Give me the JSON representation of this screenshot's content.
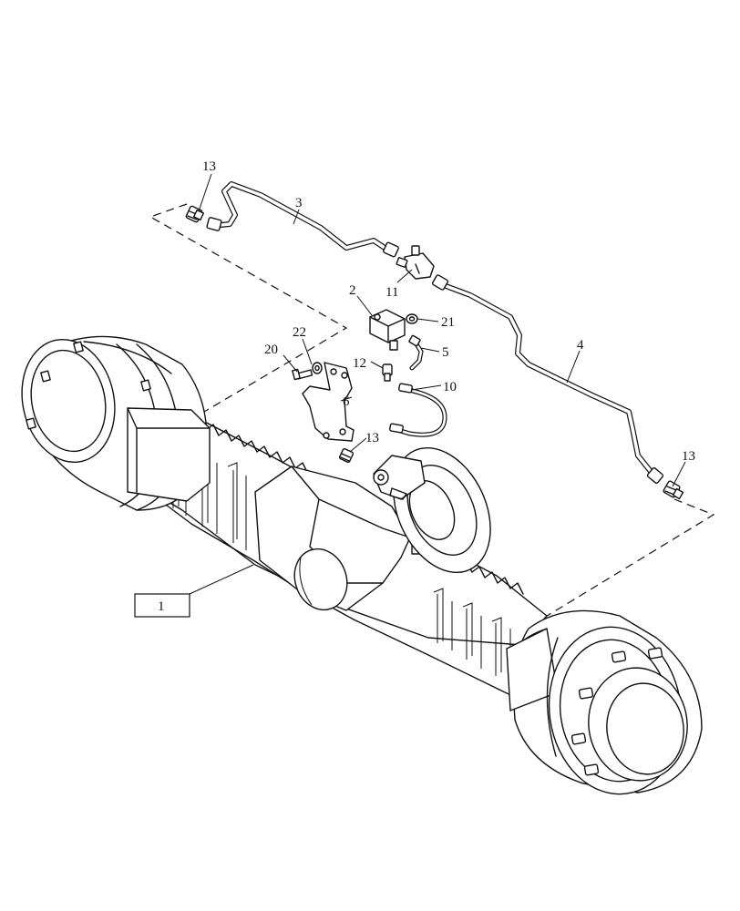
{
  "callouts": {
    "c13_top": "13",
    "c3": "3",
    "c2": "2",
    "c11": "11",
    "c21": "21",
    "c22": "22",
    "c20": "20",
    "c5": "5",
    "c12": "12",
    "c4": "4",
    "c10": "10",
    "c6": "6",
    "c13_mid": "13",
    "c13_right": "13",
    "c1": "1"
  }
}
